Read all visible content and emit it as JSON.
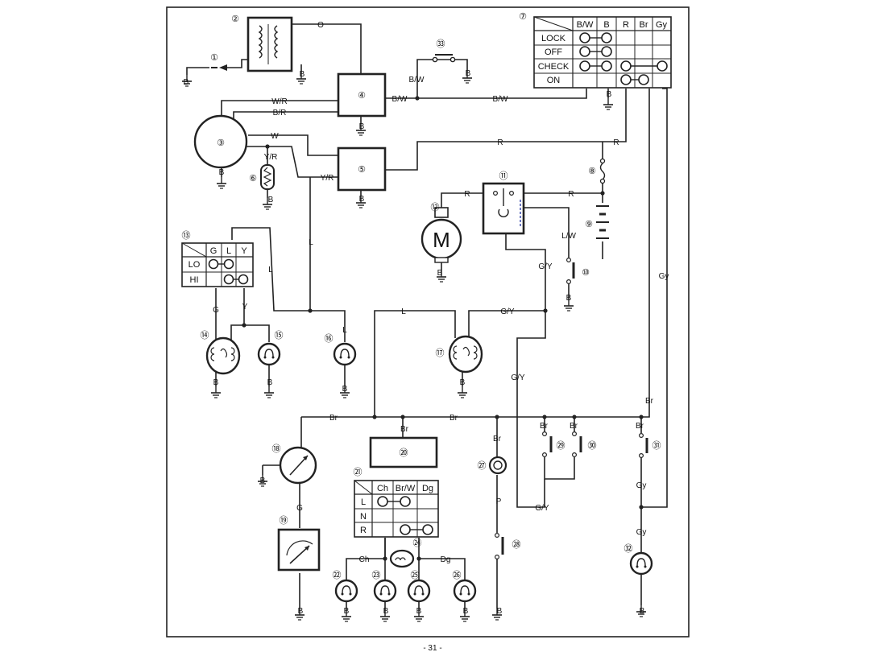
{
  "components": {
    "c1": "①",
    "c2": "②",
    "c3": "③",
    "c4": "④",
    "c5": "⑤",
    "c6": "⑥",
    "c7": "⑦",
    "c8": "⑧",
    "c9": "⑨",
    "c10": "⑩",
    "c11": "⑪",
    "c12": "⑫",
    "c13": "⑬",
    "c14": "⑭",
    "c15": "⑮",
    "c16": "⑯",
    "c17": "⑰",
    "c18": "⑱",
    "c19": "⑲",
    "c20": "⑳",
    "c21": "㉑",
    "c22": "㉒",
    "c23": "㉓",
    "c24": "㉔",
    "c25": "㉕",
    "c26": "㉖",
    "c27": "㉗",
    "c28": "㉘",
    "c29": "㉙",
    "c30": "㉚",
    "c31": "㉛",
    "c32": "㉜",
    "c33": "㉝"
  },
  "wires": {
    "O": "O",
    "WR": "W/R",
    "BR": "B/R",
    "BW": "B/W",
    "W": "W",
    "YR": "Y/R",
    "R": "R",
    "L": "L",
    "LW": "L/W",
    "GY": "G/Y",
    "Gy": "Gy",
    "Br": "Br",
    "G": "G",
    "Y": "Y",
    "B": "B",
    "P": "P",
    "Ch": "Ch",
    "Dg": "Dg"
  },
  "motor_letter": "M",
  "main_switch": {
    "columns": [
      "B/W",
      "B",
      "R",
      "Br",
      "Gy"
    ],
    "rows": [
      "LOCK",
      "OFF",
      "CHECK",
      "ON"
    ]
  },
  "dimmer_switch": {
    "columns": [
      "G",
      "L",
      "Y"
    ],
    "rows": [
      "LO",
      "HI"
    ]
  },
  "neutral_switch": {
    "columns": [
      "Ch",
      "Br/W",
      "Dg"
    ],
    "rows": [
      "L",
      "N",
      "R"
    ]
  },
  "footer_text": "- 31 -"
}
